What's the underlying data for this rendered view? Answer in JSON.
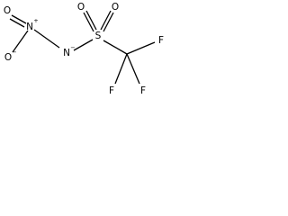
{
  "molecule": {
    "atoms": [
      {
        "id": "o_top_left",
        "symbol": "O",
        "charge": ""
      },
      {
        "id": "n_nitro",
        "symbol": "N",
        "charge": "+"
      },
      {
        "id": "o_minus",
        "symbol": "O",
        "charge": "−"
      },
      {
        "id": "n_minus",
        "symbol": "N",
        "charge": "−"
      },
      {
        "id": "s",
        "symbol": "S",
        "charge": ""
      },
      {
        "id": "o_s_left",
        "symbol": "O",
        "charge": ""
      },
      {
        "id": "o_s_right",
        "symbol": "O",
        "charge": ""
      },
      {
        "id": "f_right",
        "symbol": "F",
        "charge": ""
      },
      {
        "id": "f_bottom_left",
        "symbol": "F",
        "charge": ""
      },
      {
        "id": "f_bottom_right",
        "symbol": "F",
        "charge": ""
      }
    ]
  }
}
